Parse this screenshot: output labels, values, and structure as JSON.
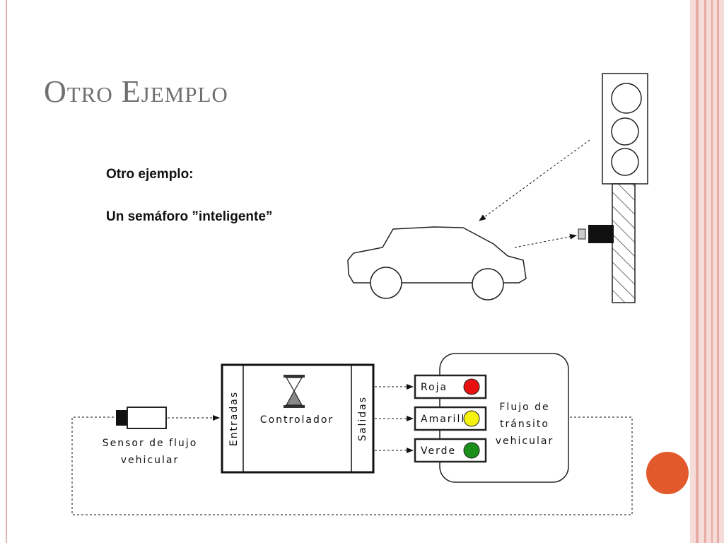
{
  "slide": {
    "title": "Otro Ejemplo",
    "body_line1": "Otro ejemplo:",
    "body_line2": "Un semáforo ”inteligente”"
  },
  "diagram": {
    "sensor_label_line1": "Sensor de flujo",
    "sensor_label_line2": "vehicular",
    "inputs_label": "Entradas",
    "controller_label": "Controlador",
    "outputs_label": "Salidas",
    "light_red_label": "Roja",
    "light_yellow_label": "Amarill",
    "light_green_label": "Verde",
    "traffic_label_line1": "Flujo de",
    "traffic_label_line2": "tránsito",
    "traffic_label_line3": "vehicular"
  },
  "colors": {
    "accent": "#e25a2c",
    "red_light": "#e81010",
    "yellow_light": "#f5f20c",
    "green_light": "#1a8f1a",
    "title_gray": "#6f6f6f"
  }
}
